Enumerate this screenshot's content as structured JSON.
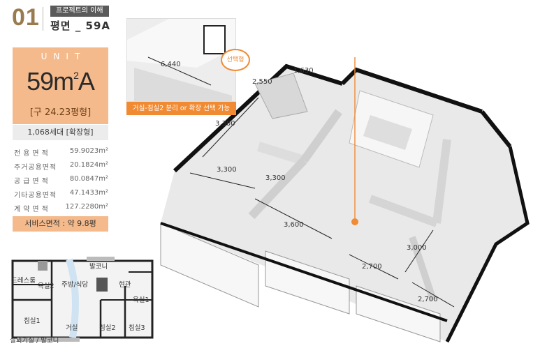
{
  "header": {
    "number": "01",
    "section": "프로젝트의 이해",
    "title": "평면 _ 59A"
  },
  "unit": {
    "label": "UNIT",
    "type_main": "59m",
    "type_sup": "2",
    "type_suffix": "A",
    "pyeong": "[구 24.23평형]",
    "households": "1,068세대 [확장형]"
  },
  "areas": [
    {
      "label": "전용면적",
      "value": "59.9023m²"
    },
    {
      "label": "주거공용면적",
      "value": "20.1824m²"
    },
    {
      "label": "공급면적",
      "value": "80.0847m²"
    },
    {
      "label": "기타공용면적",
      "value": "47.1433m²"
    },
    {
      "label": "계약면적",
      "value": "127.2280m²"
    }
  ],
  "service_area": "서비스면적 : 약 9.8평",
  "option": {
    "caption": "거실-침실2 분리 or 확장 선택 가능",
    "badge": "선택형",
    "inset_dim": "6,440"
  },
  "dimensions": {
    "d2550": "2,550",
    "d1630": "1,630",
    "d3300a": "3,300",
    "d3300b": "3,300",
    "d3300c": "3,300",
    "d3600": "3,600",
    "d2700a": "2,700",
    "d3000": "3,000",
    "d2700b": "2,700"
  },
  "mini_plan": {
    "rooms": {
      "dress": "드레스룸",
      "bath2": "욕실2",
      "kitchen": "주방/식당",
      "balcony_top": "발코니",
      "entrance": "현관",
      "bath1": "욕실1",
      "bed1": "침실1",
      "living": "거실",
      "bed2": "침실2",
      "bed3": "침실3",
      "bottom": "실외기실 / 발코니"
    }
  }
}
